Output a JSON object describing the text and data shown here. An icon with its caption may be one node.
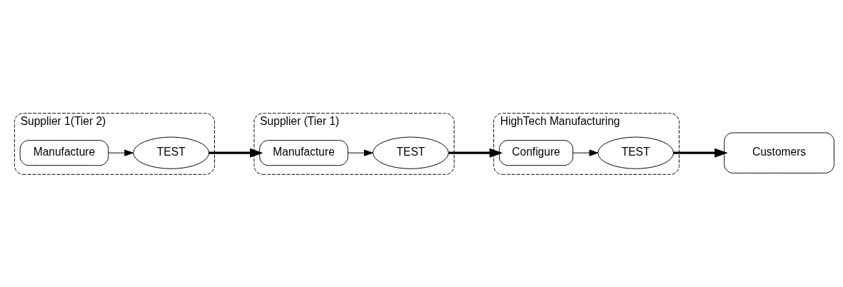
{
  "diagram": {
    "nodes": [
      {
        "text": [
          "Supplier 1(Tier 2)"
        ]
      },
      {
        "text": [
          "Manufacture"
        ],
        "in": 0
      },
      {
        "text": [
          "TEST"
        ],
        "in": 0
      },
      {
        "text": [
          "Supplier (Tier 1)"
        ]
      },
      {
        "text": [
          "Manufacture"
        ],
        "in": 3
      },
      {
        "text": [
          "TEST"
        ],
        "in": 3
      },
      {
        "text": [
          "HighTech Manufacturing"
        ]
      },
      {
        "text": [
          "Configure"
        ],
        "in": 6
      },
      {
        "text": [
          "TEST"
        ],
        "in": 6
      },
      {
        "text": [
          "Customers"
        ]
      }
    ],
    "edges": [
      {
        "from": 1,
        "to": 2,
        "arrow": "to"
      },
      {
        "from": 2,
        "to": 4,
        "arrow": "to",
        "style": "thick"
      },
      {
        "from": 4,
        "to": 5,
        "arrow": "to"
      },
      {
        "from": 5,
        "to": 7,
        "arrow": "to",
        "style": "thick"
      },
      {
        "from": 7,
        "to": 8,
        "arrow": "to"
      },
      {
        "from": 8,
        "to": 9,
        "arrow": "to",
        "style": "thick"
      }
    ]
  }
}
